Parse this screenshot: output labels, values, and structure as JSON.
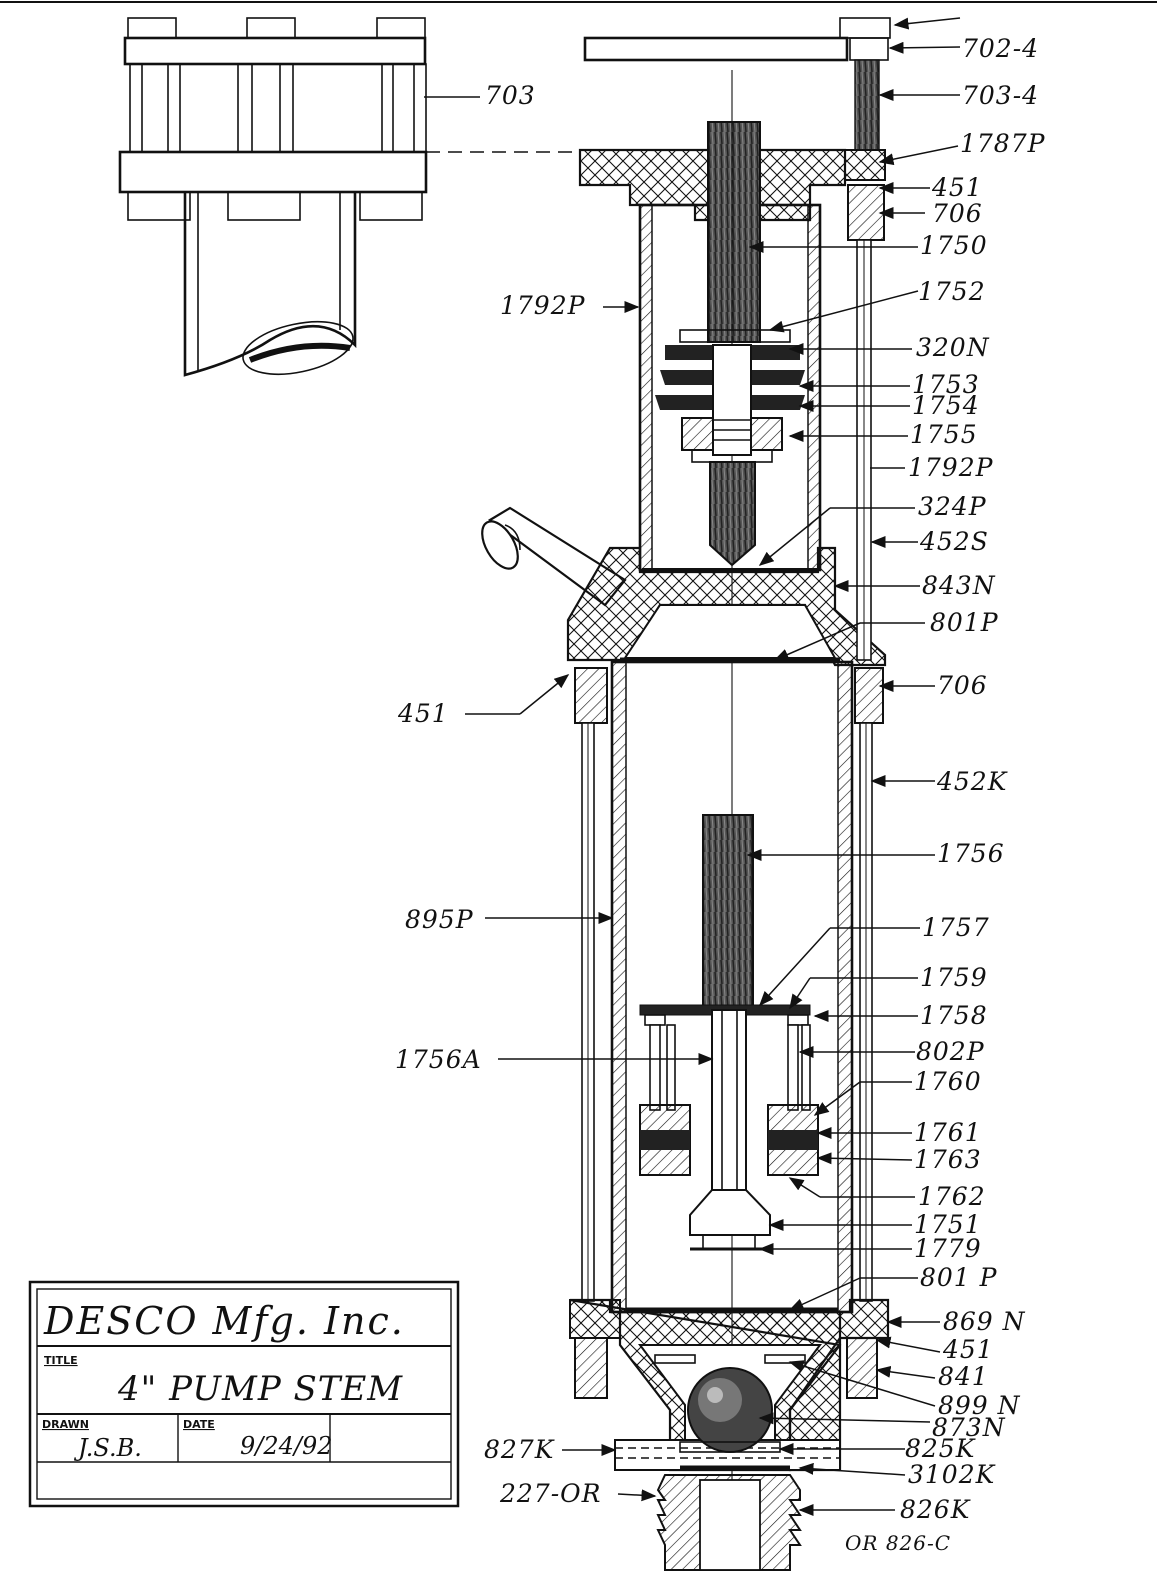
{
  "title_block": {
    "company": "DESCO Mfg. Inc.",
    "title_label": "TITLE",
    "title": "4\" PUMP STEM",
    "drawn_label": "DRAWN",
    "drawn": "J.S.B.",
    "date_label": "DATE",
    "date": "9/24/92"
  },
  "labels": {
    "l702_4": "702-4",
    "l703": "703",
    "l703_4": "703-4",
    "l1787P": "1787P",
    "l451a": "451",
    "l706a": "706",
    "l1750": "1750",
    "l1752": "1752",
    "l1792Pa": "1792P",
    "l320N": "320N",
    "l1753": "1753",
    "l1754": "1754",
    "l1755": "1755",
    "l1792Pb": "1792P",
    "l324P": "324P",
    "l452S": "452S",
    "l843N": "843N",
    "l801Pa": "801P",
    "l451b": "451",
    "l706b": "706",
    "l452K": "452K",
    "l1756": "1756",
    "l895P": "895P",
    "l1757": "1757",
    "l1759": "1759",
    "l1758": "1758",
    "l1756A": "1756A",
    "l802P": "802P",
    "l1760": "1760",
    "l1761": "1761",
    "l1763": "1763",
    "l1762": "1762",
    "l1751": "1751",
    "l1779": "1779",
    "l801Pb": "801 P",
    "l869N": "869 N",
    "l451c": "451",
    "l841": "841",
    "l899N": "899 N",
    "l873N": "873N",
    "l827K": "827K",
    "l825K": "825K",
    "l3102K": "3102K",
    "l227OR": "227-OR",
    "l826K": "826K",
    "l826C": "OR 826-C"
  }
}
